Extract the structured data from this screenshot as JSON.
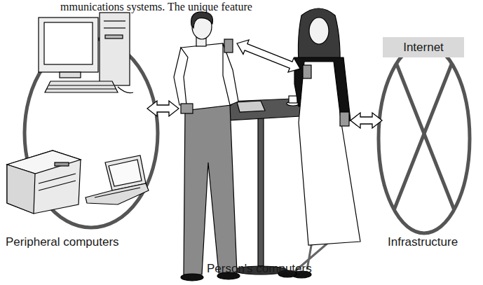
{
  "diagram": {
    "nodes": [
      {
        "text": [
          "Internet"
        ]
      }
    ],
    "labels": [
      "mmunications systems. The unique feature",
      "Peripheral computers",
      "Infrastructure",
      "Person's computers"
    ]
  }
}
